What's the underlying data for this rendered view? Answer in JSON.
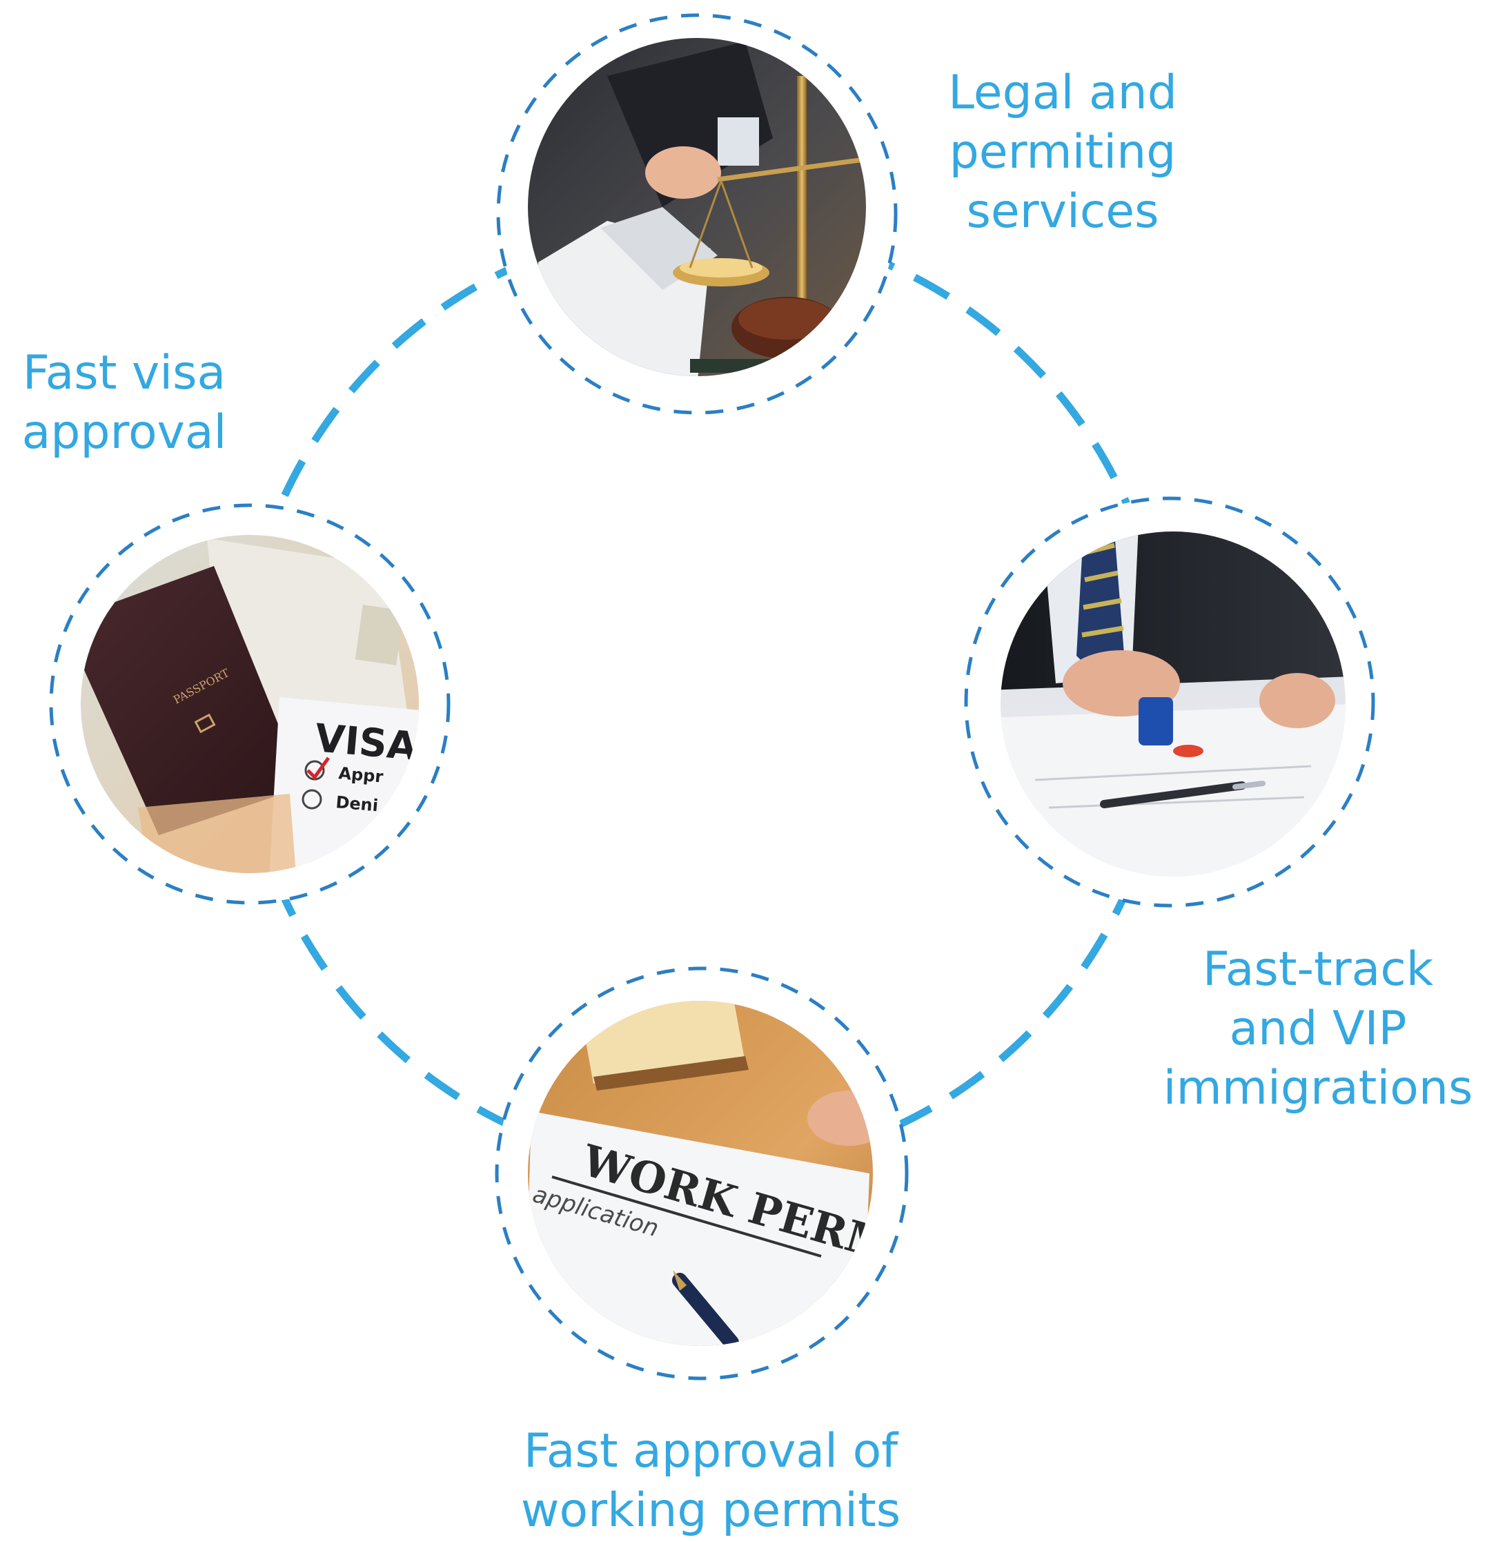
{
  "diagram": {
    "accent_color": "#33a8e1",
    "ring_color": "#2b7fc4",
    "nodes": [
      {
        "id": "legal",
        "label_lines": [
          "Legal and",
          "permiting",
          "services"
        ],
        "photo_subject": "lawyer signing papers beside brass scales of justice",
        "photo_icon": "scales-icon"
      },
      {
        "id": "visa",
        "label_lines": [
          "Fast visa",
          "approval"
        ],
        "photo_subject": "passport with visa application form",
        "photo_icon": "passport-icon",
        "photo_text": [
          "PASSPORT",
          "VISA",
          "Appr",
          "Deni"
        ]
      },
      {
        "id": "fasttrack",
        "label_lines": [
          "Fast-track",
          "and VIP",
          "immigrations"
        ],
        "photo_subject": "official stamping a document on a desk",
        "photo_icon": "stamp-icon"
      },
      {
        "id": "work",
        "label_lines": [
          "Fast approval of",
          "working permits"
        ],
        "photo_subject": "work permit application with pen",
        "photo_icon": "work-permit-icon",
        "photo_text": [
          "WORK PERM",
          "application"
        ]
      }
    ]
  }
}
